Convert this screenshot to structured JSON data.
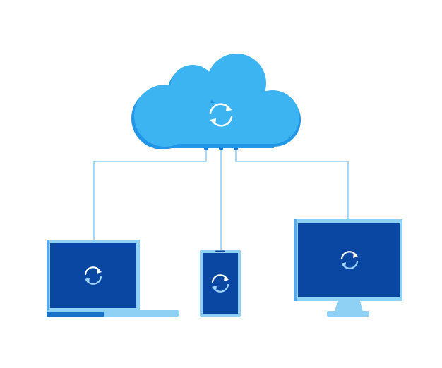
{
  "diagram": {
    "hub": {
      "icon": "cloud-sync-icon"
    },
    "devices": [
      {
        "id": "laptop",
        "icon": "laptop-icon",
        "screen_icon": "sync-icon"
      },
      {
        "id": "phone",
        "icon": "smartphone-icon",
        "screen_icon": "sync-icon"
      },
      {
        "id": "monitor",
        "icon": "desktop-monitor-icon",
        "screen_icon": "sync-icon"
      }
    ],
    "connections": [
      {
        "from": "hub",
        "to": "laptop"
      },
      {
        "from": "hub",
        "to": "phone"
      },
      {
        "from": "hub",
        "to": "monitor"
      }
    ]
  },
  "colors": {
    "cloud_light": "#3db4f2",
    "cloud_dark": "#2196e6",
    "line": "#8fd0f5",
    "connector": "#1a73c8",
    "device_frame": "#8fd0f5",
    "device_frame_dark": "#5aa8e6",
    "screen": "#0a47a3",
    "screen_icon": "#ffffff",
    "screen_icon_accent": "#9ed4f7"
  }
}
